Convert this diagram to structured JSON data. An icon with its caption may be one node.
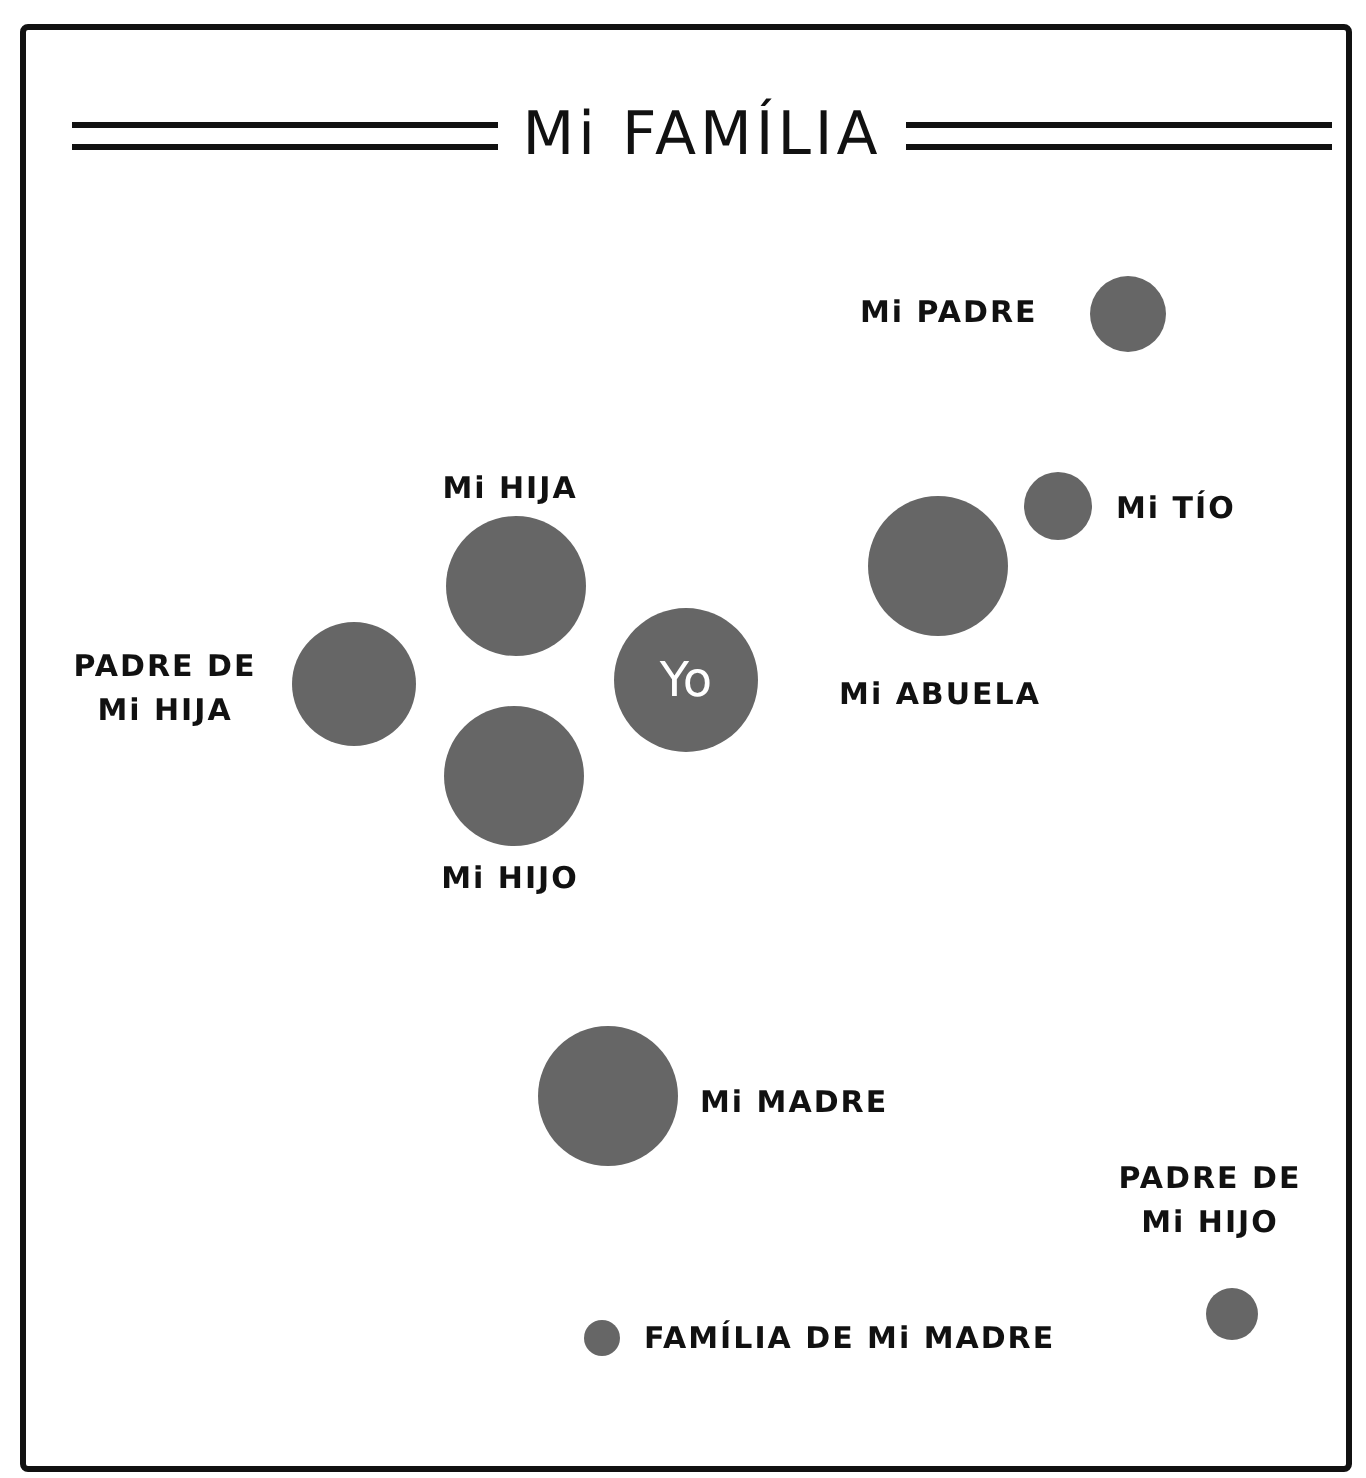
{
  "diagram": {
    "title": "Mi FAMÍLIA",
    "nodes": [
      {
        "text": [],
        "shape": "circle",
        "beside": [
          "Mi PADRE"
        ]
      },
      {
        "text": [],
        "shape": "circle",
        "beside": [
          "Mi TÍO"
        ]
      },
      {
        "text": [],
        "shape": "circle",
        "beside": [
          "Mi HIJA"
        ]
      },
      {
        "text": [],
        "shape": "circle",
        "beside": [
          "Mi ABUELA"
        ]
      },
      {
        "text": [],
        "shape": "circle",
        "beside": [
          "PADRE DE Mi HIJA"
        ]
      },
      {
        "text": [
          "Yo"
        ]
      },
      {
        "text": [],
        "shape": "circle",
        "beside": [
          "Mi HIJO"
        ]
      },
      {
        "text": [],
        "shape": "circle",
        "beside": [
          "Mi MADRE"
        ]
      },
      {
        "text": [],
        "shape": "circle",
        "beside": [
          "PADRE DE Mi HIJO"
        ]
      },
      {
        "text": [],
        "shape": "circle",
        "beside": [
          "FAMÍLIA DE Mi MADRE"
        ]
      }
    ]
  }
}
